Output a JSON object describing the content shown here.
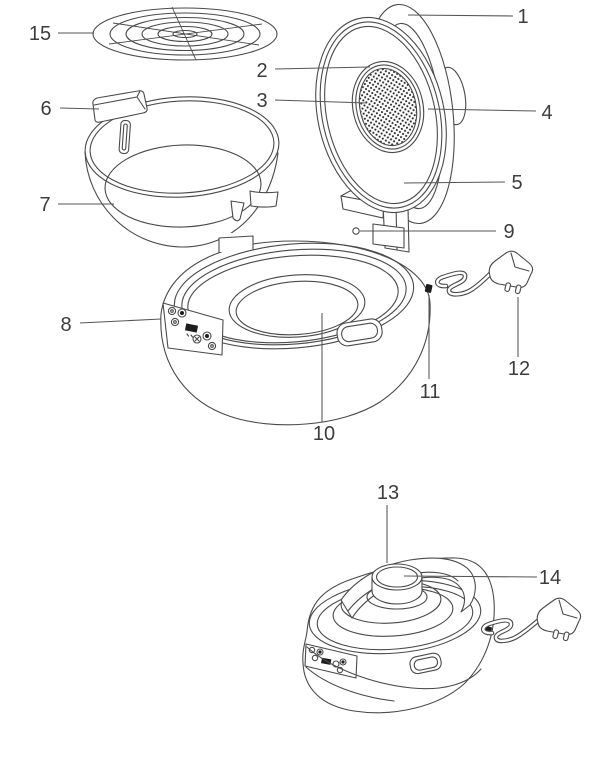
{
  "figure": {
    "kind": "appliance-exploded-parts-diagram",
    "views": {
      "top": "exploded-view",
      "bottom": "assembled-view"
    },
    "colors": {
      "background": "#ffffff",
      "line": "#4a4a4a",
      "label": "#3d3d3d",
      "display": "#111111"
    },
    "callouts": [
      {
        "number": "1"
      },
      {
        "number": "2"
      },
      {
        "number": "3"
      },
      {
        "number": "4"
      },
      {
        "number": "5"
      },
      {
        "number": "6"
      },
      {
        "number": "7"
      },
      {
        "number": "8"
      },
      {
        "number": "9"
      },
      {
        "number": "10"
      },
      {
        "number": "11"
      },
      {
        "number": "12"
      },
      {
        "number": "13"
      },
      {
        "number": "14"
      },
      {
        "number": "15"
      }
    ]
  }
}
